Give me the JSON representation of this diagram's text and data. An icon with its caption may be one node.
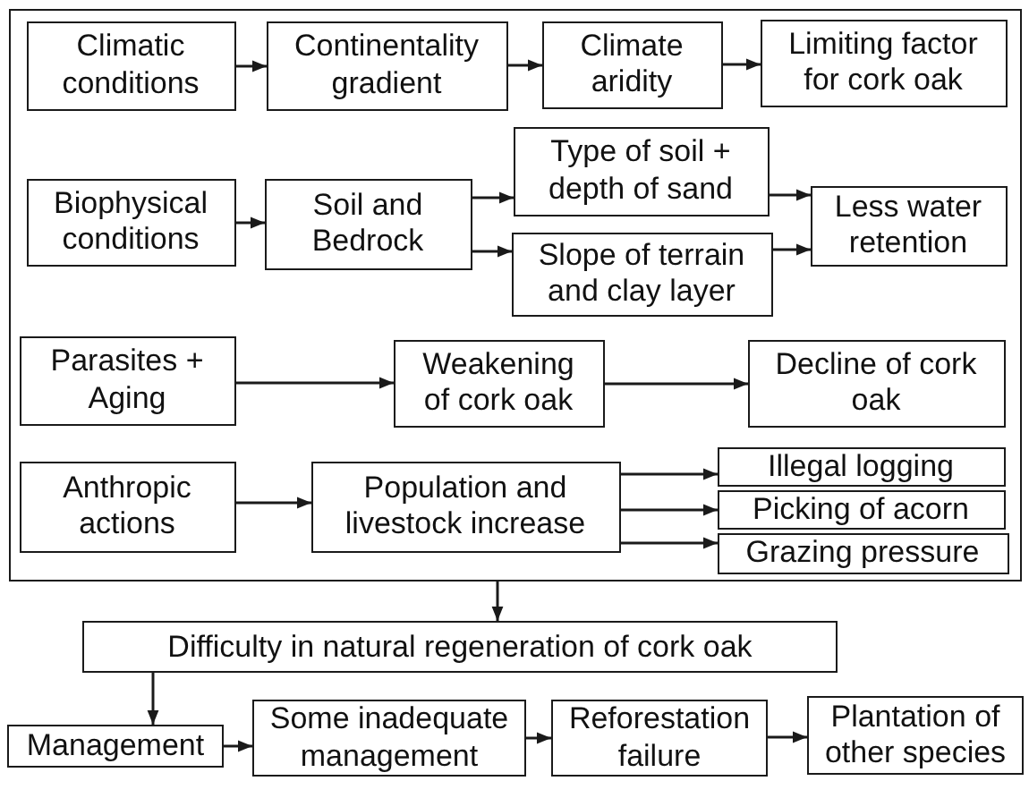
{
  "diagram": {
    "nodes": [
      {
        "text": [],
        "shape": "box"
      },
      {
        "text": [
          "Climatic conditions"
        ],
        "in": 0
      },
      {
        "text": [
          "Continentality gradient"
        ],
        "in": 0
      },
      {
        "text": [
          "Climate aridity"
        ],
        "in": 0
      },
      {
        "text": [
          "Limiting factor for cork oak"
        ],
        "in": 0
      },
      {
        "text": [
          "Biophysical conditions"
        ],
        "in": 0
      },
      {
        "text": [
          "Soil and Bedrock"
        ],
        "in": 0
      },
      {
        "text": [
          "Type of soil + depth of sand"
        ],
        "in": 0
      },
      {
        "text": [
          "Slope of terrain and clay layer"
        ],
        "in": 0
      },
      {
        "text": [
          "Less water retention"
        ],
        "in": 0
      },
      {
        "text": [
          "Parasites + Aging"
        ],
        "in": 0
      },
      {
        "text": [
          "Weakening of cork oak"
        ],
        "in": 0
      },
      {
        "text": [
          "Decline of cork oak"
        ],
        "in": 0
      },
      {
        "text": [
          "Anthropic actions"
        ],
        "in": 0
      },
      {
        "text": [
          "Population and livestock increase"
        ],
        "in": 0
      },
      {
        "text": [
          "Illegal logging"
        ],
        "in": 0
      },
      {
        "text": [
          "Picking of acorn"
        ],
        "in": 0
      },
      {
        "text": [
          "Grazing pressure"
        ],
        "in": 0
      },
      {
        "text": [
          "Difficulty in natural regeneration of cork oak"
        ]
      },
      {
        "text": [
          "Management"
        ]
      },
      {
        "text": [
          "Some inadequate management"
        ]
      },
      {
        "text": [
          "Reforestation failure"
        ]
      },
      {
        "text": [
          "Plantation of other species"
        ]
      }
    ],
    "edges": [
      {
        "from": 1,
        "to": 2,
        "arrow": "to"
      },
      {
        "from": 2,
        "to": 3,
        "arrow": "to"
      },
      {
        "from": 3,
        "to": 4,
        "arrow": "to"
      },
      {
        "from": 5,
        "to": 6,
        "arrow": "to"
      },
      {
        "from": 6,
        "to": 7,
        "arrow": "to"
      },
      {
        "from": 6,
        "to": 8,
        "arrow": "to"
      },
      {
        "from": 7,
        "to": 9,
        "arrow": "to"
      },
      {
        "from": 8,
        "to": 9,
        "arrow": "to"
      },
      {
        "from": 10,
        "to": 11,
        "arrow": "to"
      },
      {
        "from": 11,
        "to": 12,
        "arrow": "to"
      },
      {
        "from": 13,
        "to": 14,
        "arrow": "to"
      },
      {
        "from": 14,
        "to": 15,
        "arrow": "to"
      },
      {
        "from": 14,
        "to": 16,
        "arrow": "to"
      },
      {
        "from": 14,
        "to": 17,
        "arrow": "to"
      },
      {
        "from": 0,
        "to": 18,
        "arrow": "to"
      },
      {
        "from": 18,
        "to": 19,
        "arrow": "to"
      },
      {
        "from": 19,
        "to": 20,
        "arrow": "to"
      },
      {
        "from": 20,
        "to": 21,
        "arrow": "to"
      },
      {
        "from": 21,
        "to": 22,
        "arrow": "to"
      }
    ]
  }
}
